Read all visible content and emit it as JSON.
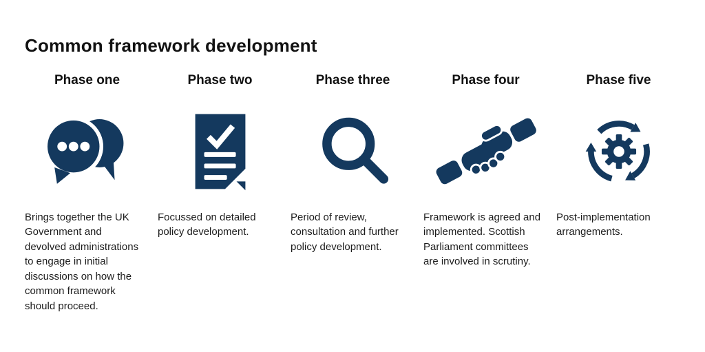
{
  "header": {
    "title": "Common framework development"
  },
  "colors": {
    "icon_navy": "#14395E",
    "heading_text": "#121212",
    "body_text": "#1c1c1c",
    "background": "#ffffff"
  },
  "phases": [
    {
      "label": "Phase one",
      "icon": "chat-bubbles-icon",
      "description": "Brings together the UK Government and devolved administrations to engage in initial discussions on how the common framework should proceed."
    },
    {
      "label": "Phase two",
      "icon": "checklist-document-icon",
      "description": "Focussed on detailed policy development."
    },
    {
      "label": "Phase three",
      "icon": "magnifying-glass-icon",
      "description": "Period of review, consultation and further policy development."
    },
    {
      "label": "Phase four",
      "icon": "handshake-icon",
      "description": "Framework is agreed and implemented. Scottish Parliament committees are involved in scrutiny."
    },
    {
      "label": "Phase five",
      "icon": "continuous-cycle-gear-icon",
      "description": "Post-implementation arrangements."
    }
  ]
}
